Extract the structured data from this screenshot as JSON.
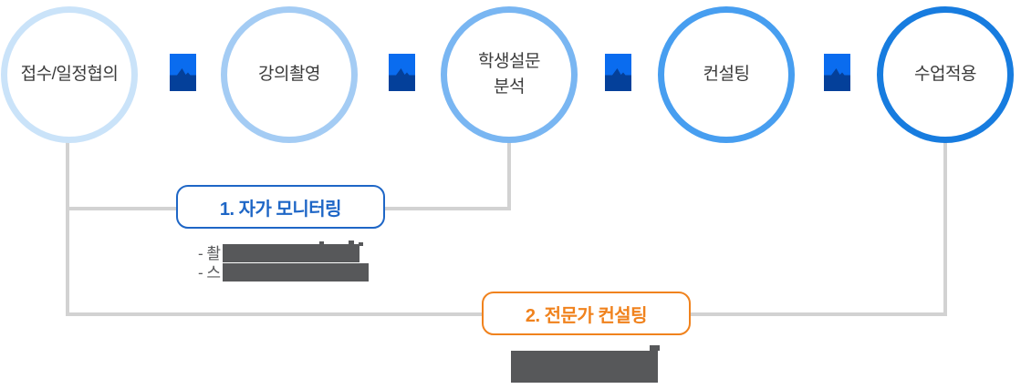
{
  "page": {
    "background": "#FFFFFF"
  },
  "process": {
    "label_color": "#3B3B3B",
    "connector_color": "#D2D2D2",
    "steps": [
      {
        "label": "접수/일정협의",
        "border_color": "#CAE3F9"
      },
      {
        "label": "강의촬영",
        "border_color": "#A4CCF4"
      },
      {
        "label": "학생설문\n분석",
        "border_color": "#79B6F2"
      },
      {
        "label": "컨설팅",
        "border_color": "#479EF0"
      },
      {
        "label": "수업적용",
        "border_color": "#177CDF"
      }
    ],
    "separator_icon": {
      "name": "mountain-image-icon",
      "top_color": "#0A6CEF",
      "bottom_color": "#04409A"
    }
  },
  "callouts": {
    "self_monitoring": {
      "label": "1. 자가 모니터링",
      "accent_color": "#1E66C6"
    },
    "expert_consulting": {
      "label": "2. 전문가 컨설팅",
      "accent_color": "#F0821D"
    }
  },
  "notes": {
    "redaction_color": "#57585A",
    "self_monitoring_lines": [
      {
        "visible_text": "- 촬",
        "redacted": true
      },
      {
        "visible_text": "- 스",
        "redacted": true
      }
    ],
    "expert_consulting_lines": [
      {
        "visible_text": "",
        "redacted": true
      }
    ]
  }
}
